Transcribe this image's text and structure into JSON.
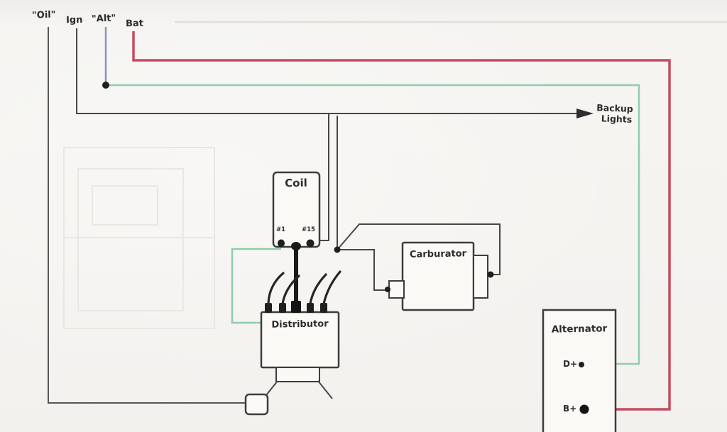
{
  "labels": {
    "oil": "\"Oil\"",
    "ign": "Ign",
    "alt": "\"Alt\"",
    "bat": "Bat",
    "backup_line1": "Backup",
    "backup_line2": "Lights"
  },
  "components": {
    "coil": {
      "name": "Coil",
      "terminal_left": "#1",
      "terminal_right": "#15"
    },
    "distributor": {
      "name": "Distributor"
    },
    "carburetor": {
      "name": "Carburator"
    },
    "alternator": {
      "name": "Alternator",
      "terminal_top": "D+",
      "terminal_bottom": "B+"
    }
  },
  "wires": {
    "oil_color": "#565656",
    "ign_color": "#474747",
    "alt_color": "#8a93c2",
    "bat_color": "#c64a60",
    "green_color": "#8fcdab",
    "ink": "#2e2e2e",
    "paper": "#f5f3f0",
    "box_fill": "#faf9f6",
    "box_stroke": "#3d3d3d"
  }
}
